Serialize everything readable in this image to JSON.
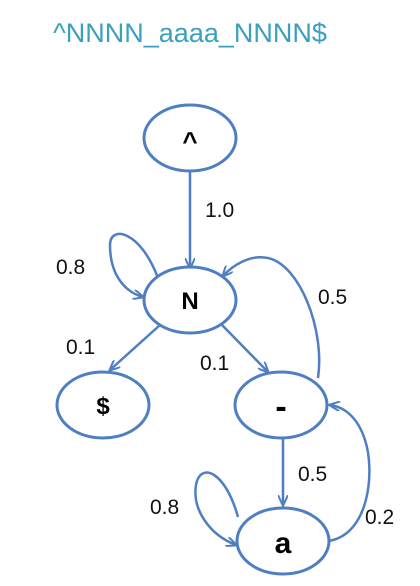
{
  "title": "^NNNN_aaaa_NNNN$",
  "nodes": {
    "start": "^",
    "n": "N",
    "end": "$",
    "sep": "-",
    "a": "a"
  },
  "edges": {
    "start_to_n": "1.0",
    "n_self": "0.8",
    "n_to_end": "0.1",
    "n_to_sep": "0.1",
    "sep_to_n": "0.5",
    "sep_to_a": "0.5",
    "a_self": "0.8",
    "a_to_sep": "0.2"
  },
  "colors": {
    "title": "#3b9fc0",
    "stroke": "#4f7fc1"
  }
}
